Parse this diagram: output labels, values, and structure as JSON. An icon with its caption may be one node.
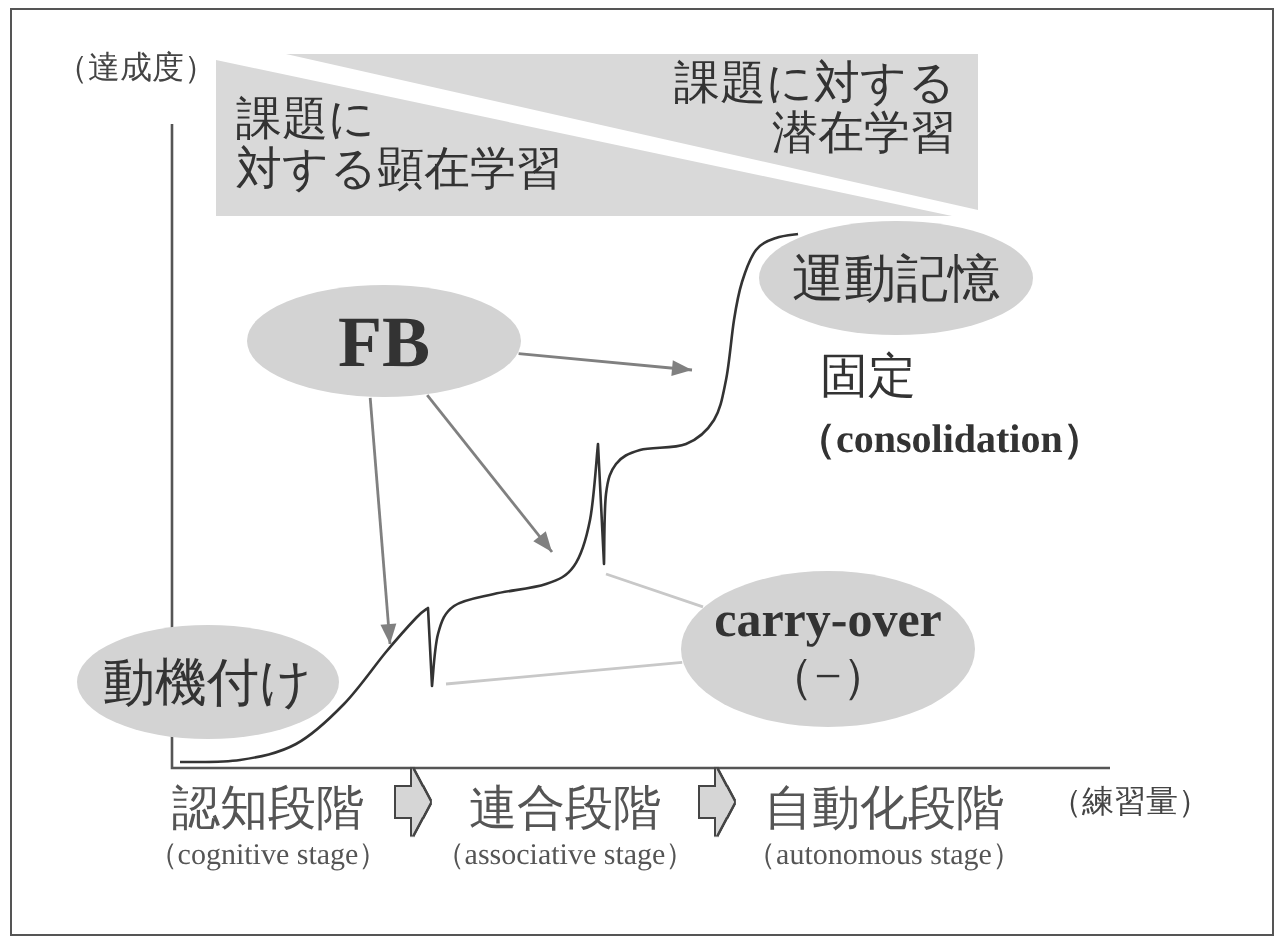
{
  "diagram": {
    "nodes": [
      {
        "text": [
          "課題に対する顕在学習"
        ]
      },
      {
        "text": [
          "課題に対する潜在学習"
        ]
      },
      {
        "text": [
          "運動記憶"
        ]
      },
      {
        "text": [
          "FB"
        ]
      },
      {
        "text": [
          "carry-over",
          "（−）"
        ]
      },
      {
        "text": [
          "動機付け"
        ]
      },
      {
        "text": [
          "認知段階",
          "（cognitive stage）"
        ]
      },
      {
        "text": [
          "連合段階",
          "（associative stage）"
        ]
      },
      {
        "text": [
          "自動化段階",
          "（autonomous stage）"
        ]
      }
    ],
    "edges": [
      {
        "from": 3,
        "to": null,
        "arrow": "to"
      },
      {
        "from": 3,
        "to": null,
        "arrow": "to"
      },
      {
        "from": 3,
        "to": null,
        "arrow": "to"
      },
      {
        "from": 4,
        "to": null,
        "arrow": "none",
        "color": "#c8c8c8"
      },
      {
        "from": 4,
        "to": null,
        "arrow": "none",
        "color": "#c8c8c8"
      },
      {
        "from": 6,
        "to": 7,
        "arrow": "to",
        "style": "thick"
      },
      {
        "from": 7,
        "to": 8,
        "arrow": "to",
        "style": "thick"
      }
    ],
    "labels": [
      "（達成度）",
      "固定",
      "（consolidation）",
      "（練習量）"
    ]
  }
}
